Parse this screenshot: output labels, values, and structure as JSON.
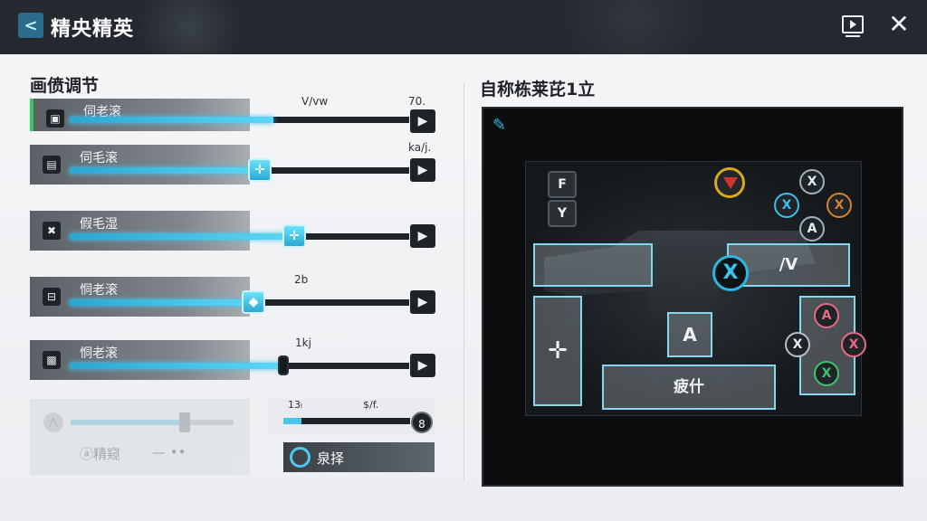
{
  "header": {
    "back_icon": "back-chevron-icon",
    "title": "精央精英",
    "screen_icon": "screen-play-icon",
    "close_label": "✕"
  },
  "graphics": {
    "section_title": "画偾调节",
    "sliders": [
      {
        "label": "伺老滚",
        "value_text": "V/vw",
        "value2_text": "70.",
        "icon": "image-icon",
        "level": 0.6
      },
      {
        "label": "伺毛滚",
        "value_text": "",
        "value2_text": "ka/j.",
        "icon": "doc-icon",
        "level": 0.56
      },
      {
        "label": "假毛湿",
        "value_text": "",
        "value2_text": "",
        "icon": "tools-icon",
        "level": 0.66
      },
      {
        "label": "恫老滚",
        "value_text": "2b",
        "value2_text": "",
        "icon": "ruler-icon",
        "level": 0.54
      },
      {
        "label": "恫老滚",
        "value_text": "1kj",
        "value2_text": "",
        "icon": "layers-icon",
        "level": 0.63
      }
    ],
    "disabled": {
      "icon": "slider-icon",
      "label": "ⓐ精窥",
      "dash": "—  ••",
      "level": 0.68
    },
    "mini": {
      "value1": "13ₗ",
      "value2": "$/f.",
      "button": "8",
      "level": 0.14
    },
    "reset_label": "泉择"
  },
  "preview": {
    "section_title": "自称栋莱芘1⽴",
    "edit_icon": "pen-icon",
    "keys": {
      "f": "F",
      "y": "Y"
    },
    "face_top": {
      "x": "X",
      "b": "X",
      "a": "A",
      "left": "X"
    },
    "center_x": "X",
    "center_a": "A",
    "right_box": "/V",
    "dpad": "✛",
    "bottom_box": "疲什",
    "face_bottom": {
      "top": "A",
      "left": "X",
      "right": "X",
      "bottom": "X"
    },
    "colors": {
      "accent": "#3bbfea",
      "target": "#d8a820"
    }
  }
}
